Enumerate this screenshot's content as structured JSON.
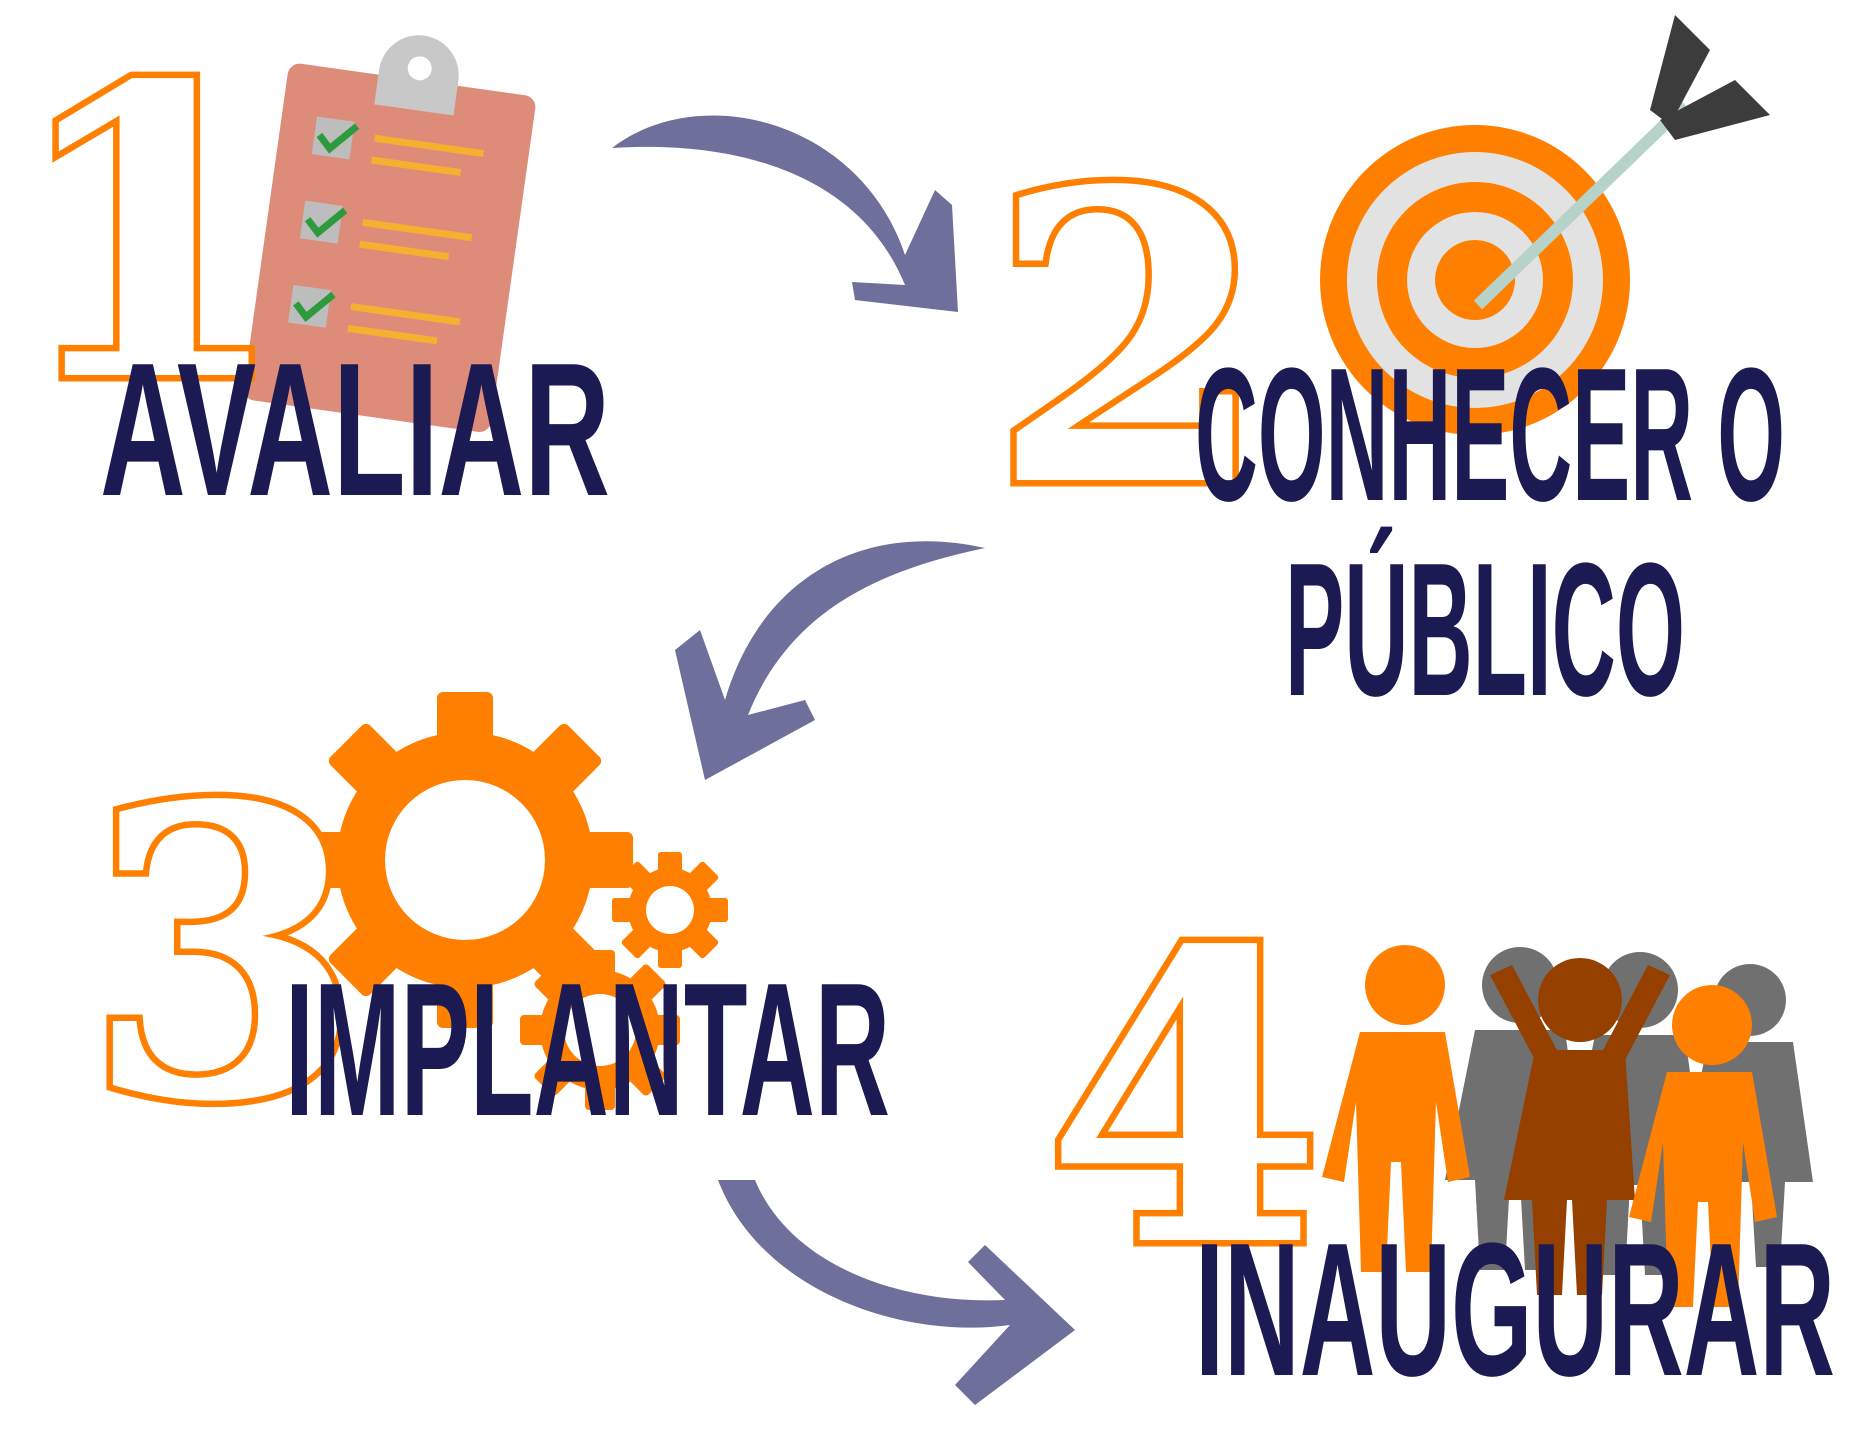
{
  "steps": [
    {
      "number": "1",
      "label": "AVALIAR",
      "icon": "clipboard-checklist-icon"
    },
    {
      "number": "2",
      "label_line1": "CONHECER O",
      "label_line2": "PÚBLICO",
      "icon": "target-arrow-icon"
    },
    {
      "number": "3",
      "label": "IMPLANTAR",
      "icon": "gears-icon"
    },
    {
      "number": "4",
      "label": "INAUGURAR",
      "icon": "people-group-icon"
    }
  ],
  "colors": {
    "accent_orange": "#ff8000",
    "text_navy": "#1c1a52",
    "arrow": "#6e6f9a",
    "clipboard": "#de8c7a",
    "gray": "#707070",
    "brown": "#964000"
  }
}
